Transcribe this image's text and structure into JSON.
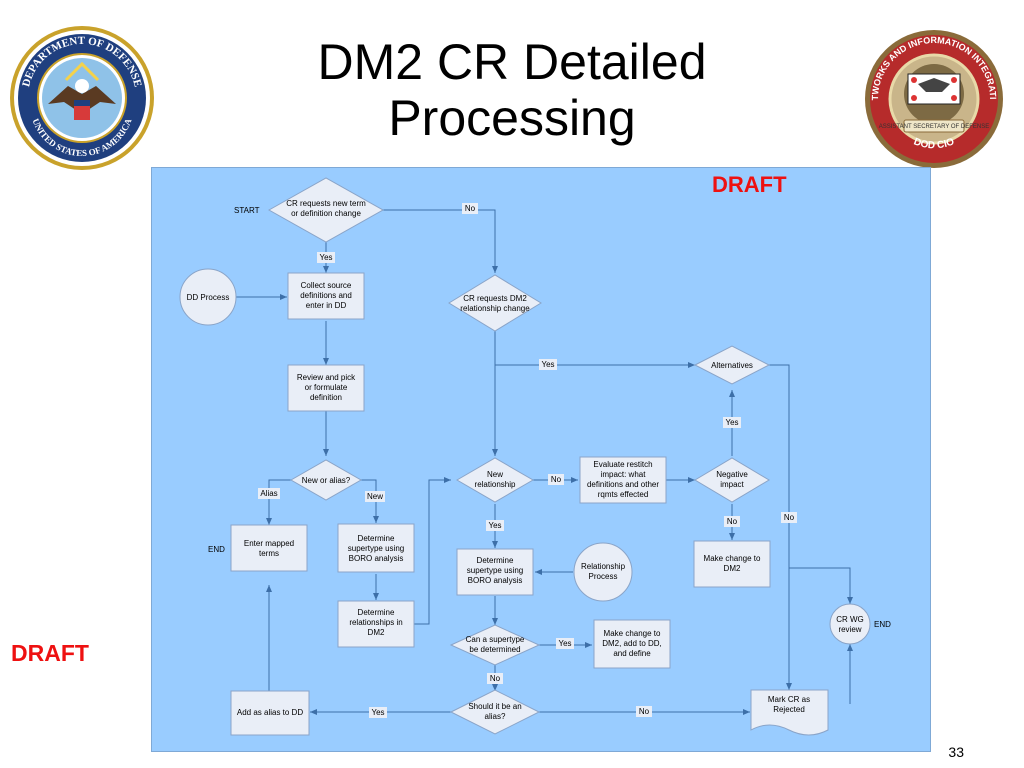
{
  "title": {
    "line1": "DM2 CR Detailed",
    "line2": "Processing"
  },
  "draft_labels": {
    "right": "DRAFT",
    "left": "DRAFT"
  },
  "page_number": "33",
  "seals": {
    "left": {
      "icon": "dod-seal-icon",
      "text": "DEPARTMENT OF DEFENSE",
      "text_bottom": "UNITED STATES OF AMERICA"
    },
    "right": {
      "icon": "dod-cio-seal-icon",
      "text": "NETWORKS AND INFORMATION INTEGRATION",
      "text_bottom": "DOD CIO",
      "ribbon": "ASSISTANT SECRETARY OF DEFENSE"
    }
  },
  "colors": {
    "canvas": "#99ccff",
    "box": "#e9eef7",
    "connector": "#3d6fa8",
    "draft": "#ee1111"
  },
  "nodes": {
    "start_label": "START",
    "cr_requests": [
      "CR requests new term",
      "or definition change"
    ],
    "dd_process": "DD Process",
    "collect": [
      "Collect source",
      "definitions and",
      "enter in DD"
    ],
    "cr_dm2": [
      "CR requests DM2",
      "relationship change"
    ],
    "review": [
      "Review and pick",
      "or formulate",
      "definition"
    ],
    "alternatives": "Alternatives",
    "new_or_alias": "New or alias?",
    "new_relationship": [
      "New",
      "relationship"
    ],
    "evaluate": [
      "Evaluate restitch",
      "impact:  what",
      "definitions and other",
      "rqmts effected"
    ],
    "negative_impact": [
      "Negative",
      "impact"
    ],
    "end1": "END",
    "enter_mapped": [
      "Enter mapped",
      "terms"
    ],
    "determine_super_left": [
      "Determine",
      "supertype using",
      "BORO analysis"
    ],
    "determine_super_mid": [
      "Determine",
      "supertype using",
      "BORO analysis"
    ],
    "relationship_process": [
      "Relationship",
      "Process"
    ],
    "make_change_dm2": [
      "Make change to",
      "DM2"
    ],
    "determine_rel": [
      "Determine",
      "relationships in",
      "DM2"
    ],
    "can_supertype": [
      "Can a supertype",
      "be determined"
    ],
    "make_change_add": [
      "Make change to",
      "DM2, add to DD,",
      "and define"
    ],
    "cr_wg": [
      "CR WG",
      "review"
    ],
    "end2": "END",
    "add_alias": "Add as alias to DD",
    "should_alias": [
      "Should it be an",
      "alias?"
    ],
    "mark_rejected": [
      "Mark CR as",
      "Rejected"
    ]
  },
  "edges": {
    "no_top": "No",
    "yes_collect": "Yes",
    "yes_alternatives": "Yes",
    "yes_negative": "Yes",
    "alias": "Alias",
    "new": "New",
    "no_eval": "No",
    "yes_newrel": "Yes",
    "no_negative": "No",
    "no_alt": "No",
    "yes_can": "Yes",
    "no_can": "No",
    "yes_should": "Yes",
    "no_should": "No"
  }
}
